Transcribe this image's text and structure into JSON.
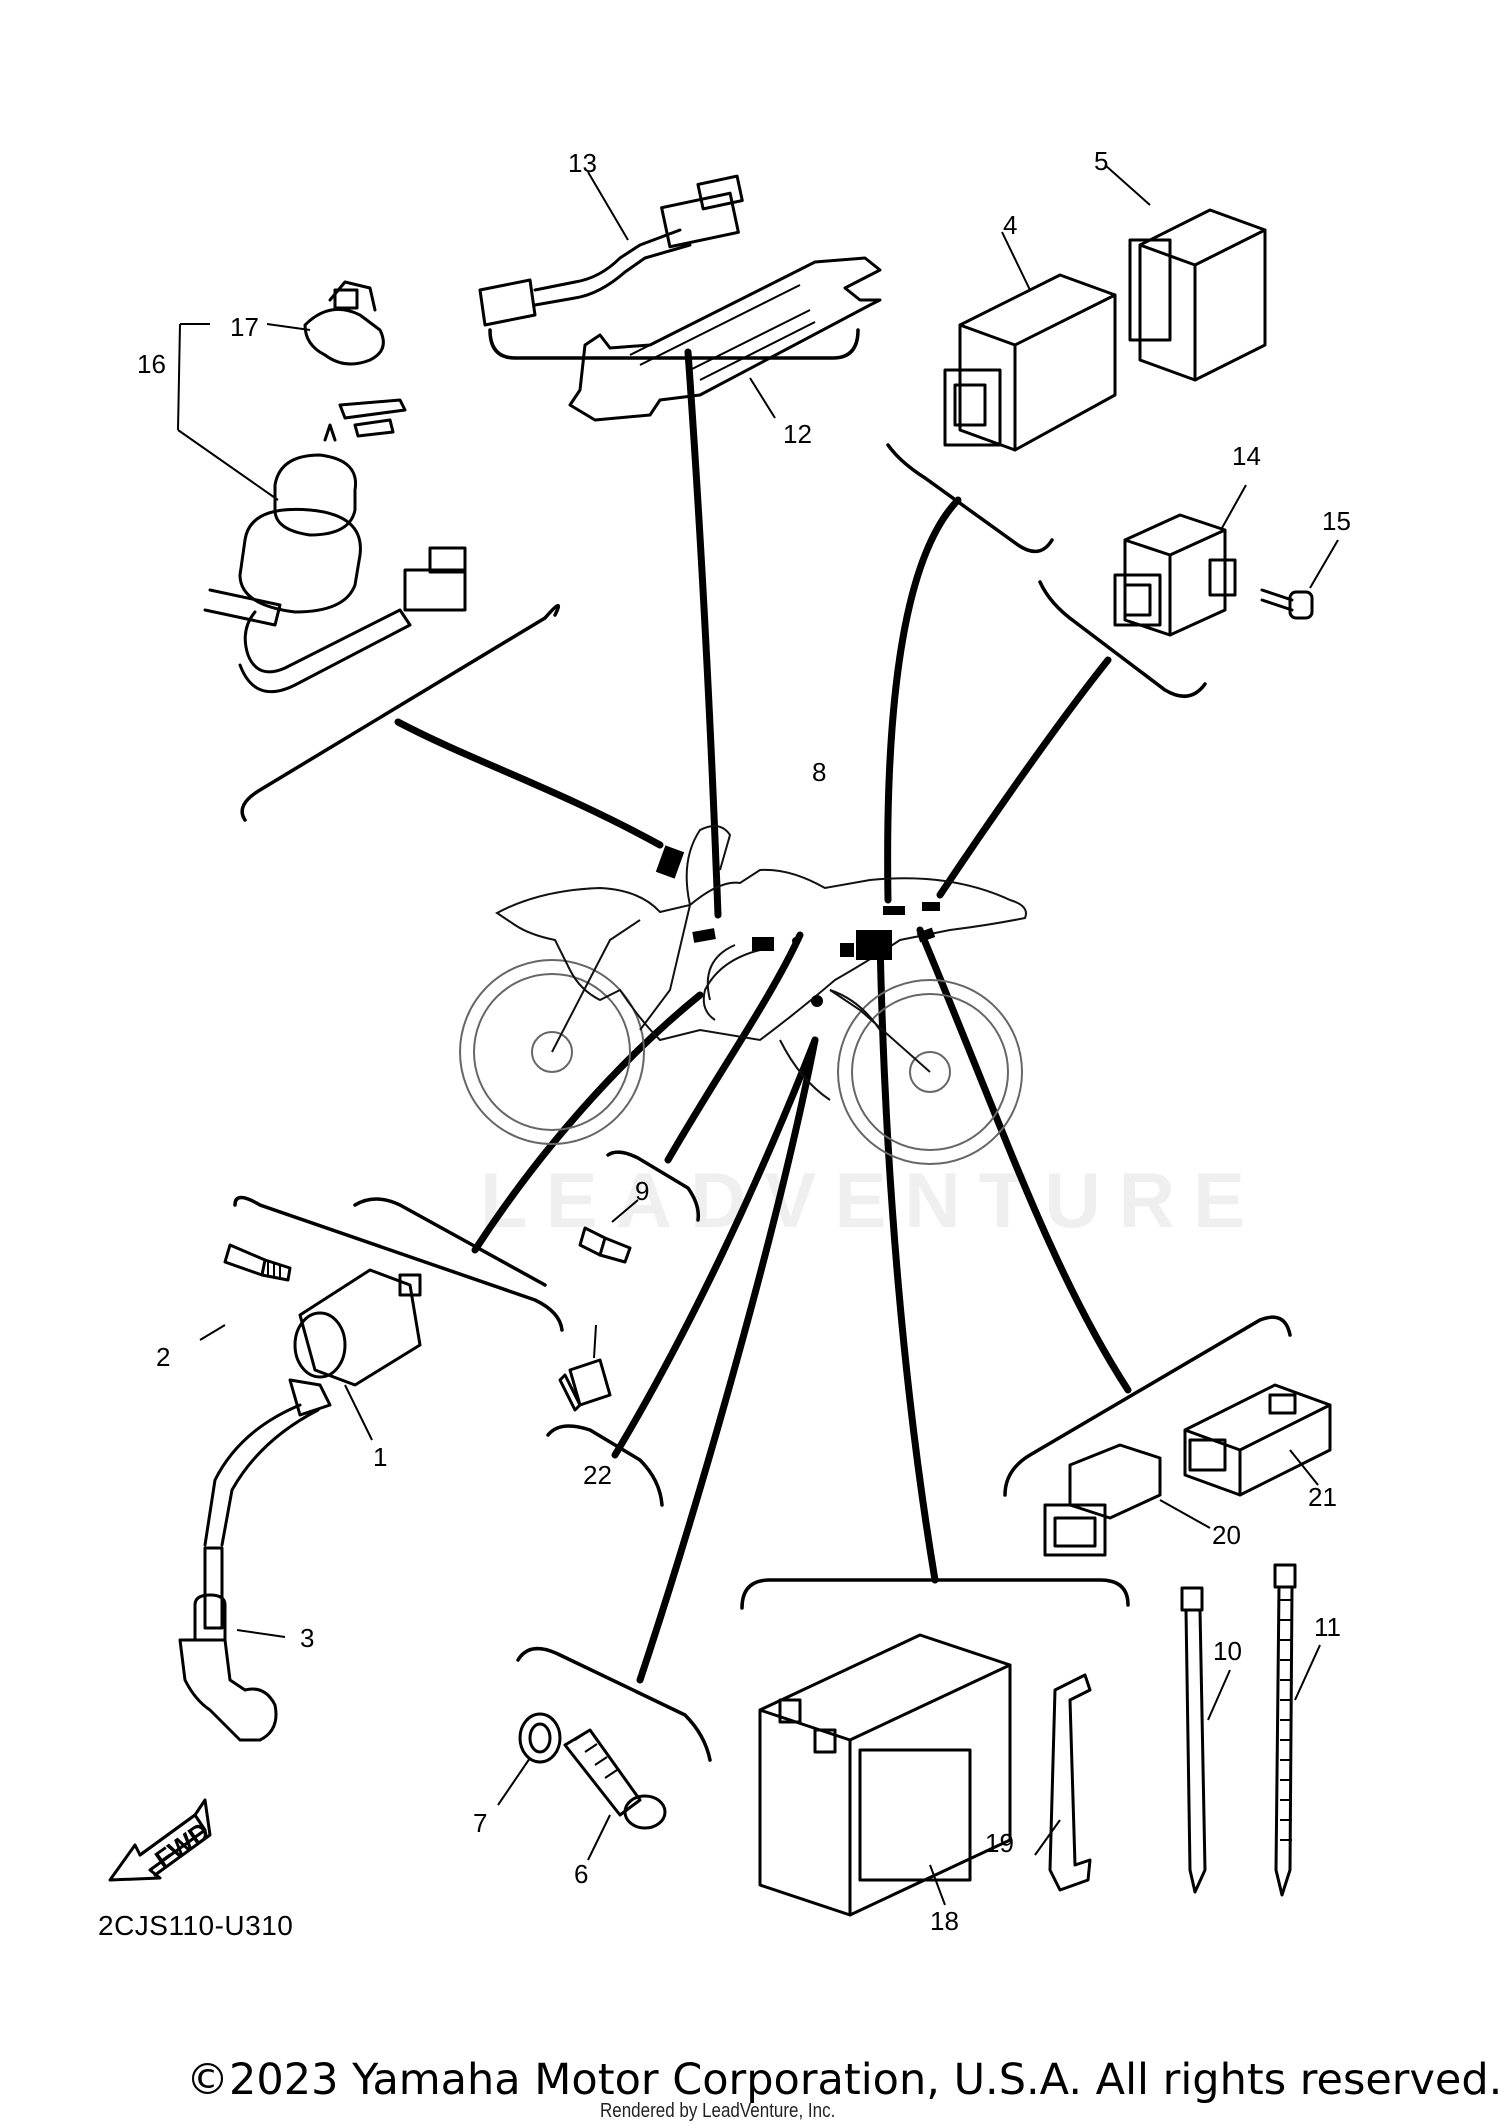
{
  "diagram": {
    "part_numbers": {
      "p1": "1",
      "p2": "2",
      "p3": "3",
      "p4": "4",
      "p5": "5",
      "p6": "6",
      "p7": "7",
      "p8": "8",
      "p9": "9",
      "p10": "10",
      "p11": "11",
      "p12": "12",
      "p13": "13",
      "p14": "14",
      "p15": "15",
      "p16": "16",
      "p17": "17",
      "p18": "18",
      "p19": "19",
      "p20": "20",
      "p21": "21",
      "p22": "22"
    },
    "fwd_label": "FWD",
    "diagram_code": "2CJS110-U310",
    "watermark": "LEADVENTURE",
    "icons": [
      "fwd-arrow-icon"
    ]
  },
  "footer": {
    "copyright": "©2023 Yamaha Motor Corporation, U.S.A. All rights reserved.",
    "rendered_by": "Rendered by LeadVenture, Inc."
  },
  "colors": {
    "ink": "#000000",
    "background": "#ffffff"
  }
}
